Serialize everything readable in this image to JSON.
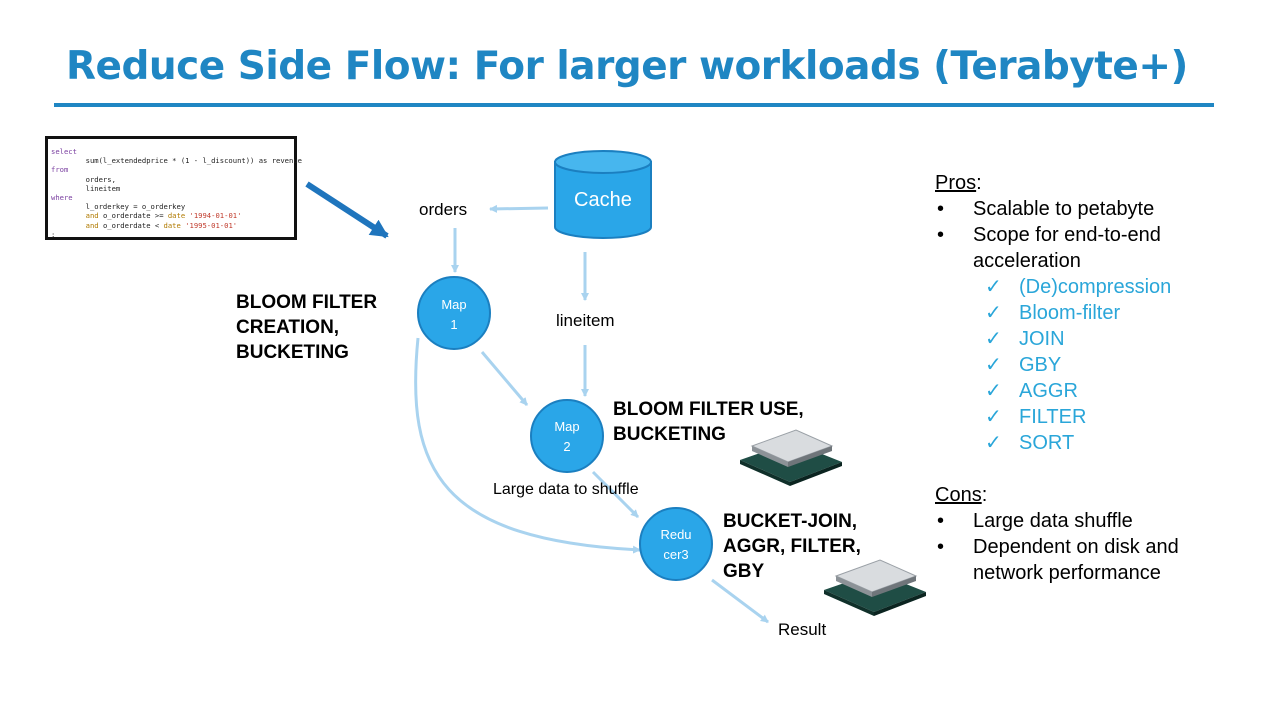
{
  "title": "Reduce Side Flow: For larger workloads (Terabyte+)",
  "sql_lines": [
    [
      {
        "t": "select",
        "c": "kw"
      }
    ],
    [
      {
        "t": "        sum(l_extendedprice * (1 - l_discount)) as revenue",
        "c": "fn"
      }
    ],
    [
      {
        "t": "from",
        "c": "kw"
      }
    ],
    [
      {
        "t": "        orders,",
        "c": "fn"
      }
    ],
    [
      {
        "t": "        lineitem",
        "c": "fn"
      }
    ],
    [
      {
        "t": "where",
        "c": "kw"
      }
    ],
    [
      {
        "t": "        l_orderkey = o_orderkey",
        "c": "fn"
      }
    ],
    [
      {
        "t": "        and ",
        "c": "op"
      },
      {
        "t": "o_orderdate >= ",
        "c": "fn"
      },
      {
        "t": "date ",
        "c": "op"
      },
      {
        "t": "'1994-01-01'",
        "c": "str"
      }
    ],
    [
      {
        "t": "        and ",
        "c": "op"
      },
      {
        "t": "o_orderdate < ",
        "c": "fn"
      },
      {
        "t": "date ",
        "c": "op"
      },
      {
        "t": "'1995-01-01'",
        "c": "str"
      }
    ],
    [
      {
        "t": ";",
        "c": "fn"
      }
    ]
  ],
  "nodes": {
    "cache": "Cache",
    "orders": "orders",
    "lineitem": "lineitem",
    "map1_line1": "Map",
    "map1_line2": "1",
    "map2_line1": "Map",
    "map2_line2": "2",
    "reducer_line1": "Redu",
    "reducer_line2": "cer3",
    "shuffle": "Large data to shuffle",
    "result": "Result"
  },
  "labels": {
    "map1_line1": "BLOOM FILTER",
    "map1_line2": "CREATION,",
    "map1_line3": "BUCKETING",
    "map2_line1": "BLOOM FILTER USE,",
    "map2_line2": "BUCKETING",
    "reducer_line1": "BUCKET-JOIN,",
    "reducer_line2": "AGGR, FILTER,",
    "reducer_line3": "GBY"
  },
  "pros": {
    "title": "Pros",
    "colon": ":",
    "items": [
      "Scalable to petabyte",
      "Scope for end-to-end",
      "acceleration"
    ],
    "checks": [
      "(De)compression",
      "Bloom-filter",
      "JOIN",
      "GBY",
      "AGGR",
      "FILTER",
      "SORT"
    ]
  },
  "cons": {
    "title": "Cons",
    "colon": ":",
    "items": [
      "Large data shuffle",
      "Dependent on disk and",
      "network performance"
    ]
  },
  "glyphs": {
    "bullet": "•",
    "check": "✓"
  },
  "colors": {
    "title": "#1f86c3",
    "node": "#2aa6e8",
    "arrow": "#a9d3ef",
    "check": "#2aa6d9",
    "bigArrow": "#1f75bd"
  }
}
